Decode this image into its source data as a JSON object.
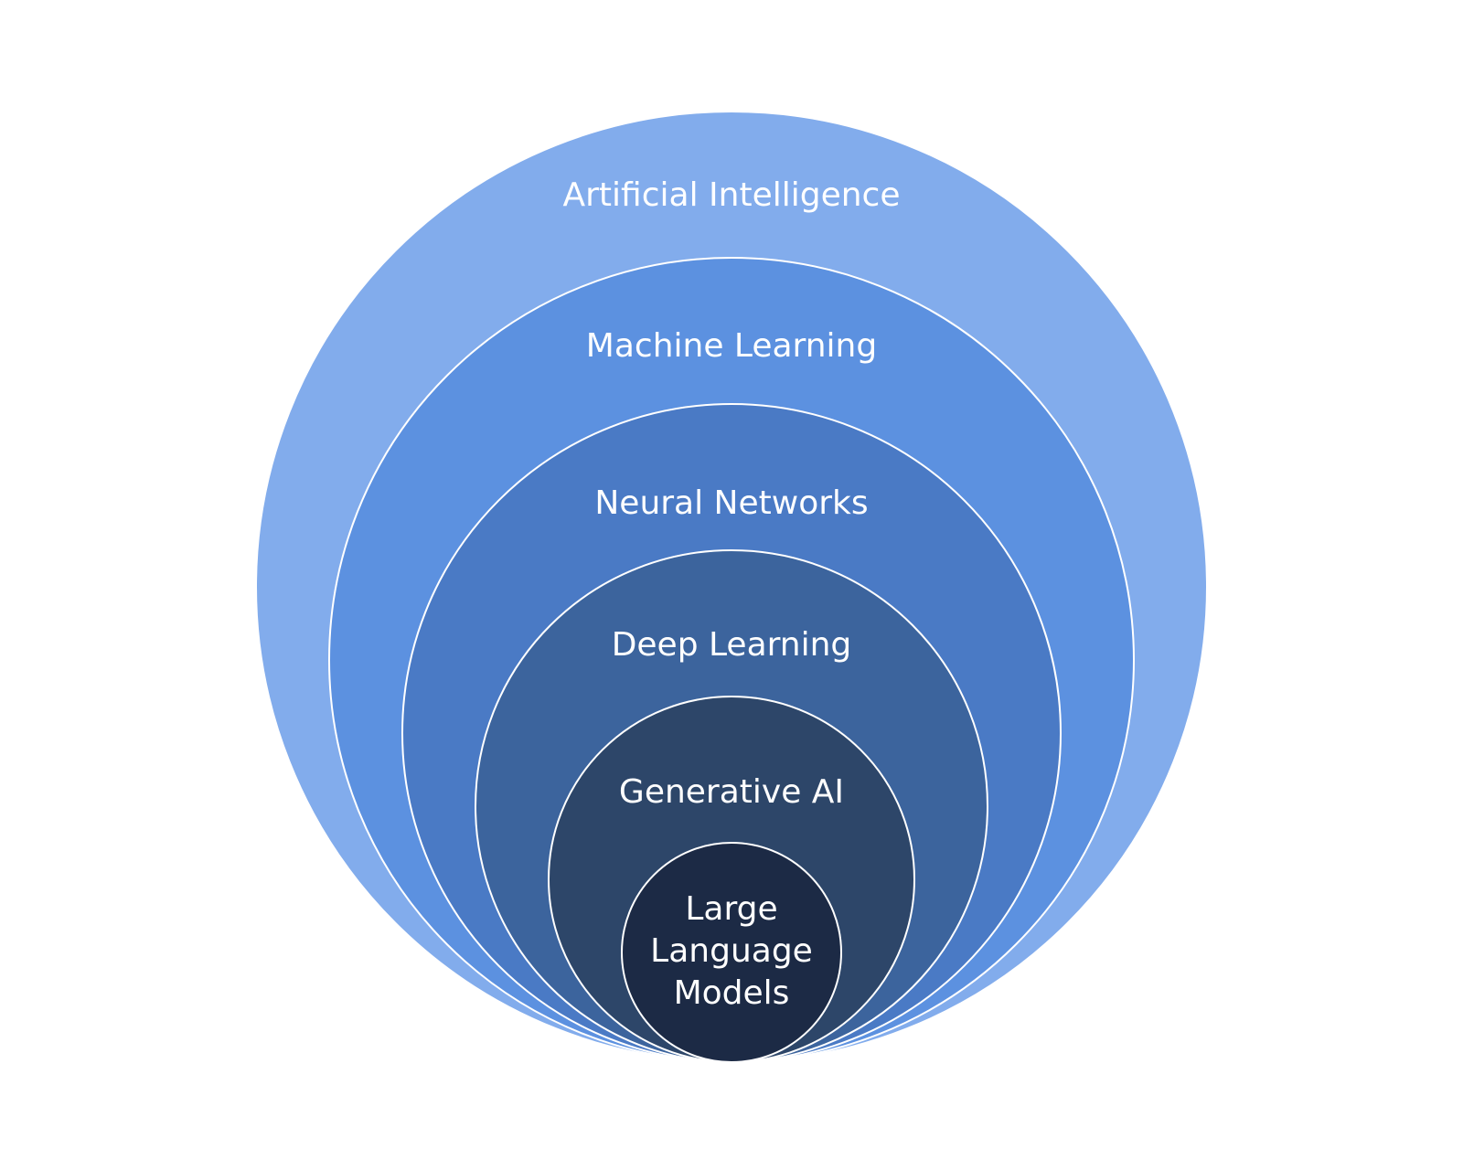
{
  "diagram": {
    "layers": [
      {
        "label": "Artificial Intelligence",
        "color": "#82ACEC"
      },
      {
        "label": "Machine Learning",
        "color": "#5C91E0"
      },
      {
        "label": "Neural Networks",
        "color": "#4A7AC5"
      },
      {
        "label": "Deep Learning",
        "color": "#3C649D"
      },
      {
        "label": "Generative AI",
        "color": "#2D4669"
      },
      {
        "label": "Large Language Models",
        "color": "#1C2A45"
      }
    ]
  }
}
